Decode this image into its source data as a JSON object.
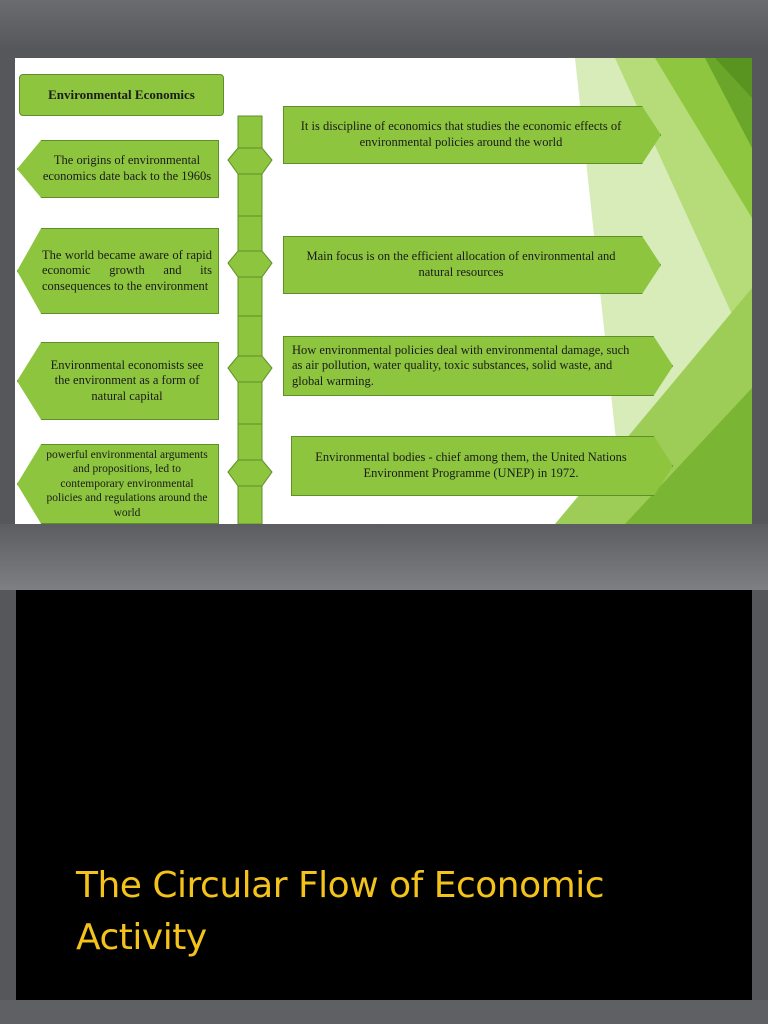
{
  "slide1": {
    "title": "Environmental Economics",
    "left_boxes": [
      "The origins of environmental economics date back to the 1960s",
      "The world became aware of rapid economic growth and its consequences to the environment",
      "Environmental economists see the environment as a form of natural capital",
      "powerful environmental arguments and propositions, led to contemporary environmental policies and regulations around the world"
    ],
    "right_boxes": [
      "It is discipline of economics that studies the economic effects of environmental policies around the world",
      "Main focus is on the efficient allocation of environmental and natural resources",
      "How environmental policies deal with environmental damage, such as air pollution, water quality, toxic substances, solid waste, and global warming.",
      "Environmental bodies - chief among them, the United Nations Environment Programme (UNEP) in 1972."
    ]
  },
  "slide2": {
    "title": "The Circular Flow of Economic Activity"
  },
  "colors": {
    "box_fill": "#8dc53e",
    "title_text": "#f3c21b",
    "slide2_bg": "#000000"
  }
}
